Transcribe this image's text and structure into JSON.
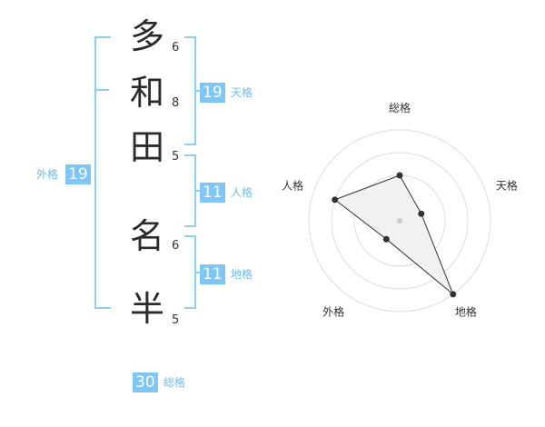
{
  "name": {
    "chars": [
      {
        "char": "多",
        "strokes": "6"
      },
      {
        "char": "和",
        "strokes": "8"
      },
      {
        "char": "田",
        "strokes": "5"
      },
      {
        "char": "名",
        "strokes": "6"
      },
      {
        "char": "半",
        "strokes": "5"
      }
    ]
  },
  "fortunes": {
    "tenkaku": {
      "value": "19",
      "label": "天格"
    },
    "jinkaku": {
      "value": "11",
      "label": "人格"
    },
    "chikaku": {
      "value": "11",
      "label": "地格"
    },
    "gaikaku": {
      "value": "19",
      "label": "外格"
    },
    "soukaku": {
      "value": "30",
      "label": "総格"
    }
  },
  "chart_data": {
    "type": "radar",
    "axes": [
      "総格",
      "天格",
      "地格",
      "外格",
      "人格"
    ],
    "values": [
      2,
      1,
      4,
      1,
      3
    ],
    "range": [
      0,
      4
    ],
    "rings": 4,
    "colors": {
      "fill": "#f0f0f0",
      "line": "#333333",
      "ring": "#dddddd",
      "point": "#333333",
      "center": "#cccccc"
    }
  }
}
